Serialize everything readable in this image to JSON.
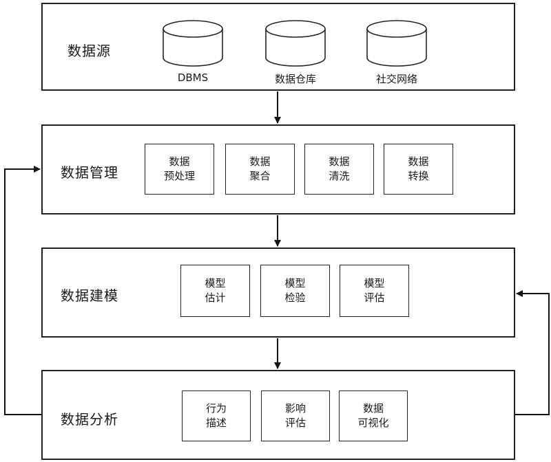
{
  "layers": {
    "source": {
      "title": "数据源",
      "databases": [
        {
          "label": "DBMS"
        },
        {
          "label": "数据仓库"
        },
        {
          "label": "社交网络"
        }
      ]
    },
    "management": {
      "title": "数据管理",
      "boxes": [
        {
          "line1": "数据",
          "line2": "预处理"
        },
        {
          "line1": "数据",
          "line2": "聚合"
        },
        {
          "line1": "数据",
          "line2": "清洗"
        },
        {
          "line1": "数据",
          "line2": "转换"
        }
      ]
    },
    "modeling": {
      "title": "数据建模",
      "boxes": [
        {
          "line1": "模型",
          "line2": "估计"
        },
        {
          "line1": "模型",
          "line2": "检验"
        },
        {
          "line1": "模型",
          "line2": "评估"
        }
      ]
    },
    "analysis": {
      "title": "数据分析",
      "boxes": [
        {
          "line1": "行为",
          "line2": "描述"
        },
        {
          "line1": "影响",
          "line2": "评估"
        },
        {
          "line1": "数据",
          "line2": "可视化"
        }
      ]
    }
  }
}
